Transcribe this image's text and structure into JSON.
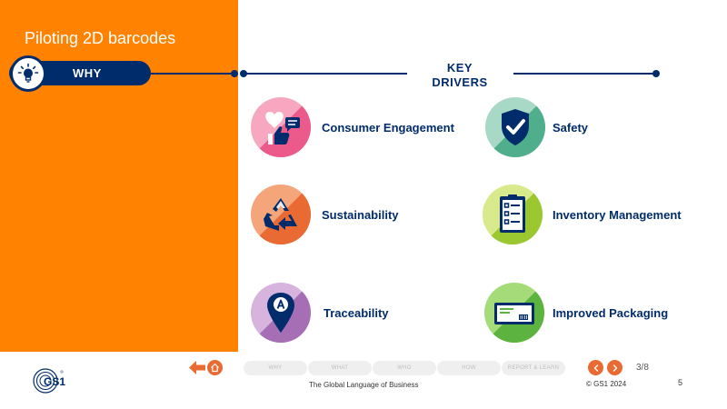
{
  "header": {
    "title": "Piloting 2D barcodes"
  },
  "section": {
    "label": "WHY",
    "icon": "lightbulb-icon"
  },
  "main": {
    "heading_line1": "KEY",
    "heading_line2": "DRIVERS"
  },
  "drivers": [
    {
      "label": "Consumer Engagement",
      "icon": "heart-chat-thumb-icon",
      "color_a": "#F7A8C0",
      "color_b": "#EC5A8C"
    },
    {
      "label": "Safety",
      "icon": "shield-check-icon",
      "color_a": "#A8D9C7",
      "color_b": "#4FAE8B"
    },
    {
      "label": "Sustainability",
      "icon": "recycle-icon",
      "color_a": "#F4A57A",
      "color_b": "#E96B33"
    },
    {
      "label": "Inventory Management",
      "icon": "checklist-icon",
      "color_a": "#D9EA8C",
      "color_b": "#9BC731"
    },
    {
      "label": "Traceability",
      "icon": "location-pin-icon",
      "color_a": "#D6B4DE",
      "color_b": "#A66FB5"
    },
    {
      "label": "Improved Packaging",
      "icon": "package-label-icon",
      "color_a": "#A6DB7A",
      "color_b": "#5DB33F"
    }
  ],
  "nav": {
    "tabs": [
      "WHY",
      "WHAT",
      "WHO",
      "HOW",
      "REPORT & LEARN"
    ],
    "page_indicator": "3/8"
  },
  "footer": {
    "logo_text": "GS1",
    "tagline": "The Global Language of Business",
    "copyright": "© GS1 2024",
    "slide_number": "5"
  },
  "colors": {
    "orange": "#FF8200",
    "navy": "#002C6C",
    "accent": "#E96B33"
  }
}
